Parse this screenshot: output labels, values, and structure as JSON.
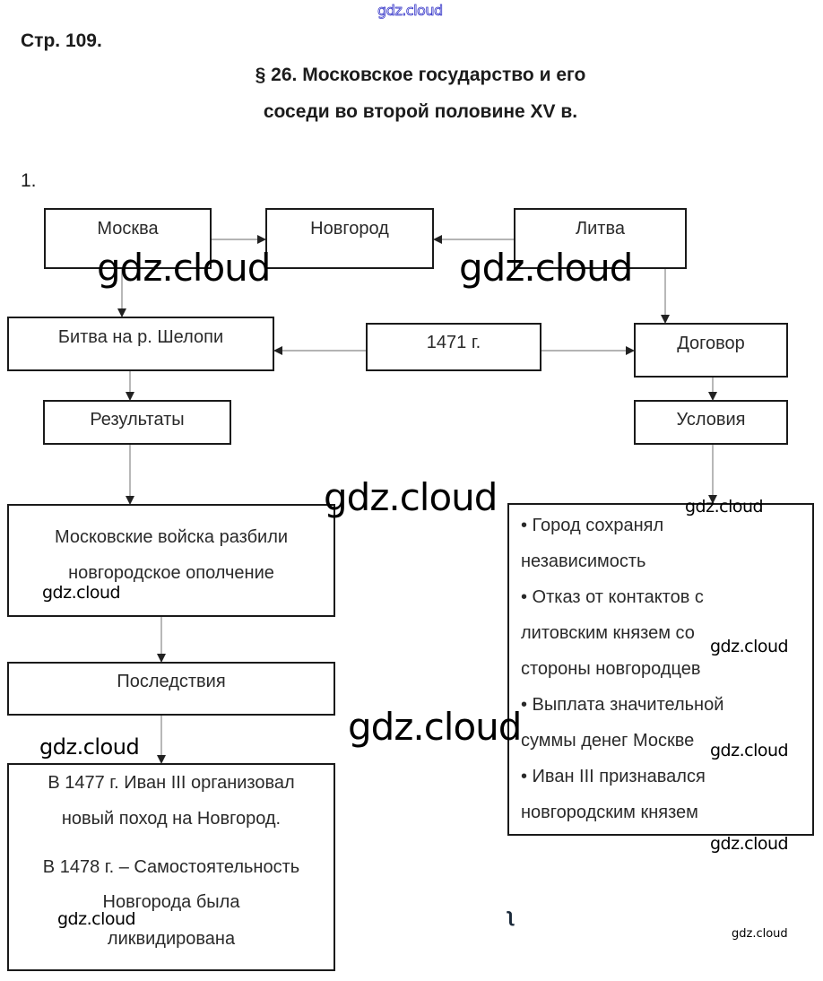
{
  "watermark_text": "gdz.cloud",
  "page_ref": "Стр. 109.",
  "section_title_line1": "§ 26. Московское государство и его",
  "section_title_line2": "соседи во второй половине XV в.",
  "task_number": "1.",
  "diagram": {
    "moscow": "Москва",
    "novgorod": "Новгород",
    "lithuania": "Литва",
    "battle": "Битва на р. Шелопи",
    "year": "1471 г.",
    "treaty": "Договор",
    "results": "Результаты",
    "conditions": "Условия",
    "results_text": [
      "Московские войска разбили",
      "новгородское ополчение"
    ],
    "consequences": "Последствия",
    "consequences_text": {
      "p1_line1": "В 1477 г. Иван III организовал",
      "p1_line2": "новый поход на Новгород.",
      "p2_line1": "В 1478 г. – Самостоятельность",
      "p2_line2": "Новгорода была",
      "p2_line3": "ликвидирована"
    },
    "conditions_list": [
      "• Город сохранял",
      "независимость",
      "• Отказ от контактов с",
      "литовским князем со",
      "стороны новгородцев",
      "• Выплата значительной",
      "суммы денег Москве",
      "• Иван III признавался",
      "новгородским князем"
    ]
  },
  "stray_mark": "ʅ",
  "colors": {
    "watermark_outline": "#3535c8",
    "box_border": "#1a1a1a",
    "connector": "#888888"
  }
}
